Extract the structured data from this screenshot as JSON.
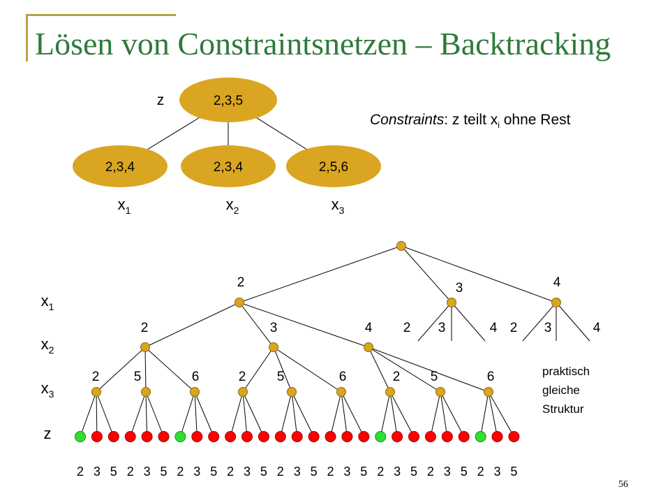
{
  "title": "Lösen von Constraintsnetzen – Backtracking",
  "page_number": "56",
  "constraint": {
    "label": "Constraints",
    "text_before_sub": ": z teilt x",
    "sub": "i",
    "text_after_sub": " ohne Rest"
  },
  "network": {
    "root": {
      "var": "z",
      "domain": "2,3,5"
    },
    "children": [
      {
        "var": "x",
        "sub": "1",
        "domain": "2,3,4"
      },
      {
        "var": "x",
        "sub": "2",
        "domain": "2,3,4"
      },
      {
        "var": "x",
        "sub": "3",
        "domain": "2,5,6"
      }
    ]
  },
  "level_labels": [
    {
      "var": "x",
      "sub": "1"
    },
    {
      "var": "x",
      "sub": "2"
    },
    {
      "var": "x",
      "sub": "3"
    },
    {
      "var": "z",
      "sub": ""
    }
  ],
  "tree": {
    "x1_values": [
      "2",
      "3",
      "4"
    ],
    "x2_values": [
      "2",
      "3",
      "4"
    ],
    "x3_values": [
      "2",
      "5",
      "6"
    ],
    "z_values": [
      "2",
      "3",
      "5"
    ],
    "leaf_status": [
      "ok",
      "fail",
      "fail",
      "fail",
      "fail",
      "fail",
      "ok",
      "fail",
      "fail",
      "fail",
      "fail",
      "fail",
      "fail",
      "fail",
      "fail",
      "fail",
      "fail",
      "fail",
      "ok",
      "fail",
      "fail",
      "fail",
      "fail",
      "fail",
      "ok",
      "fail",
      "fail"
    ],
    "note_lines": [
      "praktisch",
      "gleiche",
      "Struktur"
    ]
  },
  "colors": {
    "title": "#2f7a3c",
    "accent_line": "#b8a14a",
    "node_fill": "#daa520",
    "node_stroke": "#8a6a10",
    "leaf_ok": "#33dd33",
    "leaf_fail": "#ff0000",
    "edge": "#000000"
  }
}
